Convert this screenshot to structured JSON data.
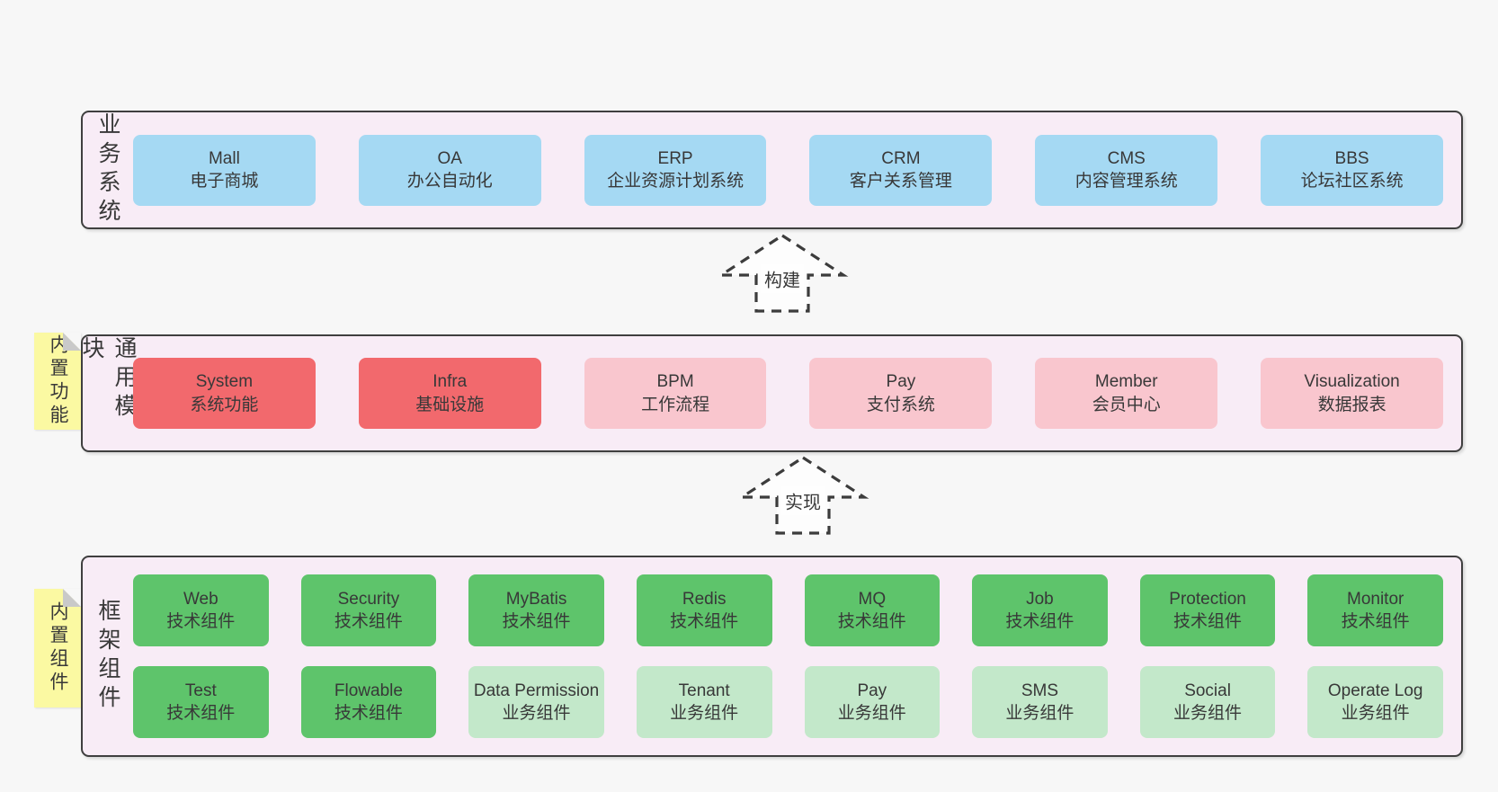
{
  "colors": {
    "bg": "#f7f7f7",
    "panel": "#f8ecf6",
    "border": "#3f3f3f",
    "text": "#383838",
    "blue": "#a5d9f3",
    "red": "#f2696d",
    "pink": "#f9c6ce",
    "green": "#5ec46b",
    "lightgreen": "#c3e8ca",
    "sticky": "#fbf9a2",
    "fold": "#c9c9c9"
  },
  "arrows": {
    "build": {
      "label": "构建"
    },
    "implement": {
      "label": "实现"
    }
  },
  "panels": {
    "business": {
      "label": "业务系统",
      "boxes": [
        {
          "en": "Mall",
          "zh": "电子商城",
          "variant": "blue"
        },
        {
          "en": "OA",
          "zh": "办公自动化",
          "variant": "blue"
        },
        {
          "en": "ERP",
          "zh": "企业资源计划系统",
          "variant": "blue"
        },
        {
          "en": "CRM",
          "zh": "客户关系管理",
          "variant": "blue"
        },
        {
          "en": "CMS",
          "zh": "内容管理系统",
          "variant": "blue"
        },
        {
          "en": "BBS",
          "zh": "论坛社区系统",
          "variant": "blue"
        }
      ]
    },
    "modules": {
      "label": "通用模块",
      "sticky": "内置功能",
      "boxes": [
        {
          "en": "System",
          "zh": "系统功能",
          "variant": "red"
        },
        {
          "en": "Infra",
          "zh": "基础设施",
          "variant": "red"
        },
        {
          "en": "BPM",
          "zh": "工作流程",
          "variant": "pink"
        },
        {
          "en": "Pay",
          "zh": "支付系统",
          "variant": "pink"
        },
        {
          "en": "Member",
          "zh": "会员中心",
          "variant": "pink"
        },
        {
          "en": "Visualization",
          "zh": "数据报表",
          "variant": "pink"
        }
      ]
    },
    "components": {
      "label": "框架组件",
      "sticky": "内置组件",
      "rows": [
        [
          {
            "en": "Web",
            "zh": "技术组件",
            "variant": "green"
          },
          {
            "en": "Security",
            "zh": "技术组件",
            "variant": "green"
          },
          {
            "en": "MyBatis",
            "zh": "技术组件",
            "variant": "green"
          },
          {
            "en": "Redis",
            "zh": "技术组件",
            "variant": "green"
          },
          {
            "en": "MQ",
            "zh": "技术组件",
            "variant": "green"
          },
          {
            "en": "Job",
            "zh": "技术组件",
            "variant": "green"
          },
          {
            "en": "Protection",
            "zh": "技术组件",
            "variant": "green"
          },
          {
            "en": "Monitor",
            "zh": "技术组件",
            "variant": "green"
          }
        ],
        [
          {
            "en": "Test",
            "zh": "技术组件",
            "variant": "green"
          },
          {
            "en": "Flowable",
            "zh": "技术组件",
            "variant": "green"
          },
          {
            "en": "Data Permission",
            "zh": "业务组件",
            "variant": "lightgreen"
          },
          {
            "en": "Tenant",
            "zh": "业务组件",
            "variant": "lightgreen"
          },
          {
            "en": "Pay",
            "zh": "业务组件",
            "variant": "lightgreen"
          },
          {
            "en": "SMS",
            "zh": "业务组件",
            "variant": "lightgreen"
          },
          {
            "en": "Social",
            "zh": "业务组件",
            "variant": "lightgreen"
          },
          {
            "en": "Operate Log",
            "zh": "业务组件",
            "variant": "lightgreen"
          }
        ]
      ]
    }
  }
}
